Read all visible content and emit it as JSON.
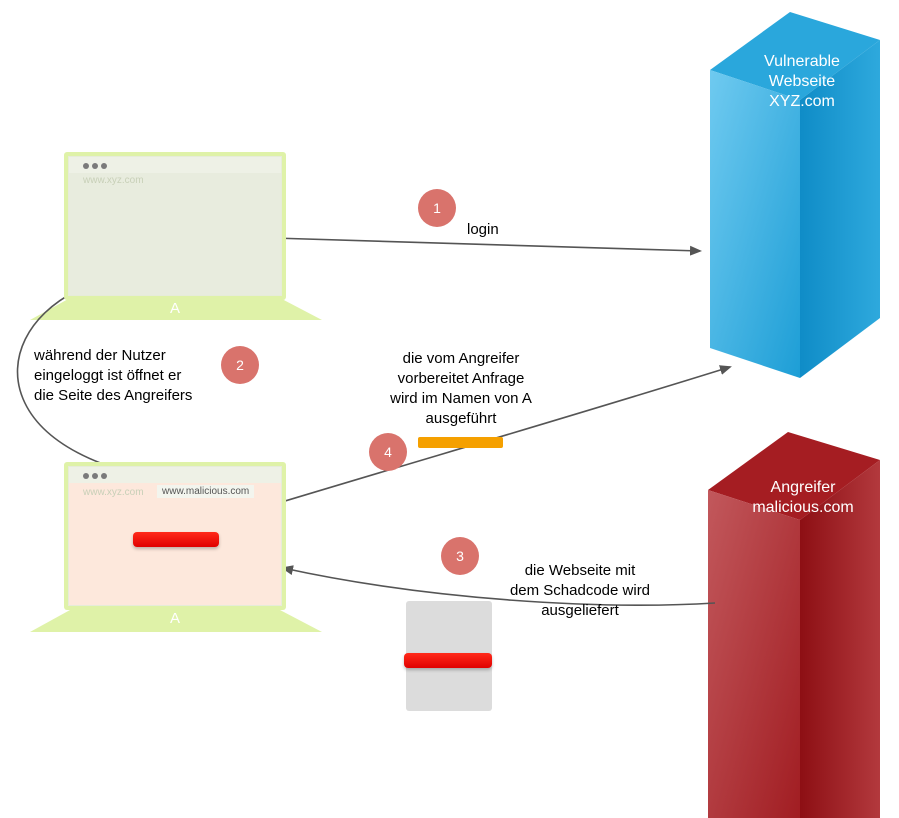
{
  "servers": {
    "vulnerable": {
      "line1": "Vulnerable",
      "line2": "Webseite",
      "line3": "XYZ.com",
      "color": "#27a4d8"
    },
    "attacker": {
      "line1": "Angreifer",
      "line2": "malicious.com",
      "color": "#a81e22"
    }
  },
  "laptops": {
    "top": {
      "url": "www.xyz.com",
      "label": "A"
    },
    "bottom": {
      "url": "www.xyz.com",
      "url_active": "www.malicious.com",
      "label": "A"
    }
  },
  "steps": [
    {
      "number": "1",
      "text": [
        "login"
      ]
    },
    {
      "number": "2",
      "text": [
        "während der Nutzer",
        "eingeloggt ist öffnet er",
        "die Seite des Angreifers"
      ]
    },
    {
      "number": "3",
      "text": [
        "die Webseite mit",
        "dem Schadcode wird",
        "ausgeliefert"
      ]
    },
    {
      "number": "4",
      "text": [
        "die vom Angreifer",
        "vorbereitet Anfrage",
        "wird im Namen von A",
        "ausgeführt"
      ]
    }
  ],
  "colors": {
    "badge": "#d9736c",
    "malicious_code": "#ff1a0a",
    "request": "#f5a000",
    "arrow": "#555555",
    "laptop": "#dff2a8"
  }
}
